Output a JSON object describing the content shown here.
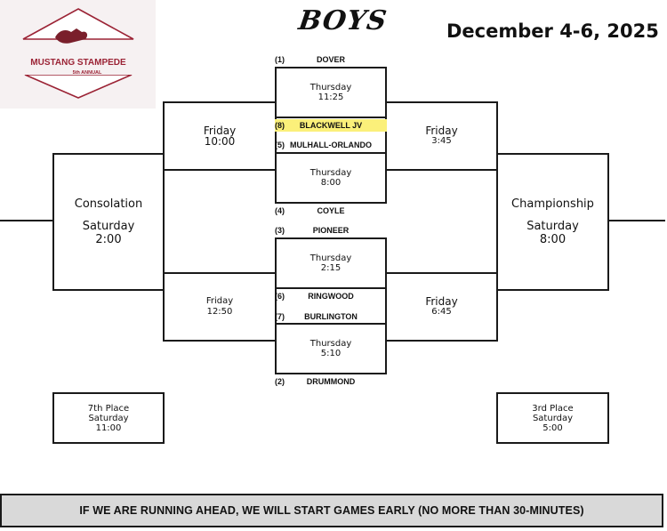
{
  "header": {
    "title": "BOYS",
    "dates": "December 4-6, 2025"
  },
  "logo": {
    "line1": "MUSTANG STAMPEDE",
    "line2": "5th ANNUAL",
    "color": "#9b2335"
  },
  "teams": [
    {
      "seed": "(1)",
      "name": "DOVER"
    },
    {
      "seed": "(8)",
      "name": "BLACKWELL JV"
    },
    {
      "seed": "(5)",
      "name": "MULHALL-ORLANDO"
    },
    {
      "seed": "(4)",
      "name": "COYLE"
    },
    {
      "seed": "(3)",
      "name": "PIONEER"
    },
    {
      "seed": "(6)",
      "name": "RINGWOOD"
    },
    {
      "seed": "(7)",
      "name": "BURLINGTON"
    },
    {
      "seed": "(2)",
      "name": "DRUMMOND"
    }
  ],
  "games": {
    "thu1": {
      "day": "Thursday",
      "time": "11:25"
    },
    "thu2": {
      "day": "Thursday",
      "time": "8:00"
    },
    "thu3": {
      "day": "Thursday",
      "time": "2:15"
    },
    "thu4": {
      "day": "Thursday",
      "time": "5:10"
    },
    "fri_left_top": {
      "day": "Friday",
      "time": "10:00"
    },
    "fri_left_bottom": {
      "day": "Friday",
      "time": "12:50"
    },
    "fri_right_top": {
      "day": "Friday",
      "time": "3:45"
    },
    "fri_right_bottom": {
      "day": "Friday",
      "time": "6:45"
    },
    "consolation": {
      "label": "Consolation",
      "day": "Saturday",
      "time": "2:00"
    },
    "championship": {
      "label": "Championship",
      "day": "Saturday",
      "time": "8:00"
    },
    "seventh": {
      "label": "7th Place",
      "day": "Saturday",
      "time": "11:00"
    },
    "third": {
      "label": "3rd Place",
      "day": "Saturday",
      "time": "5:00"
    }
  },
  "highlight_color": "#fbf07a",
  "banner": "IF WE ARE RUNNING AHEAD, WE WILL START GAMES EARLY (NO MORE THAN 30-MINUTES)"
}
